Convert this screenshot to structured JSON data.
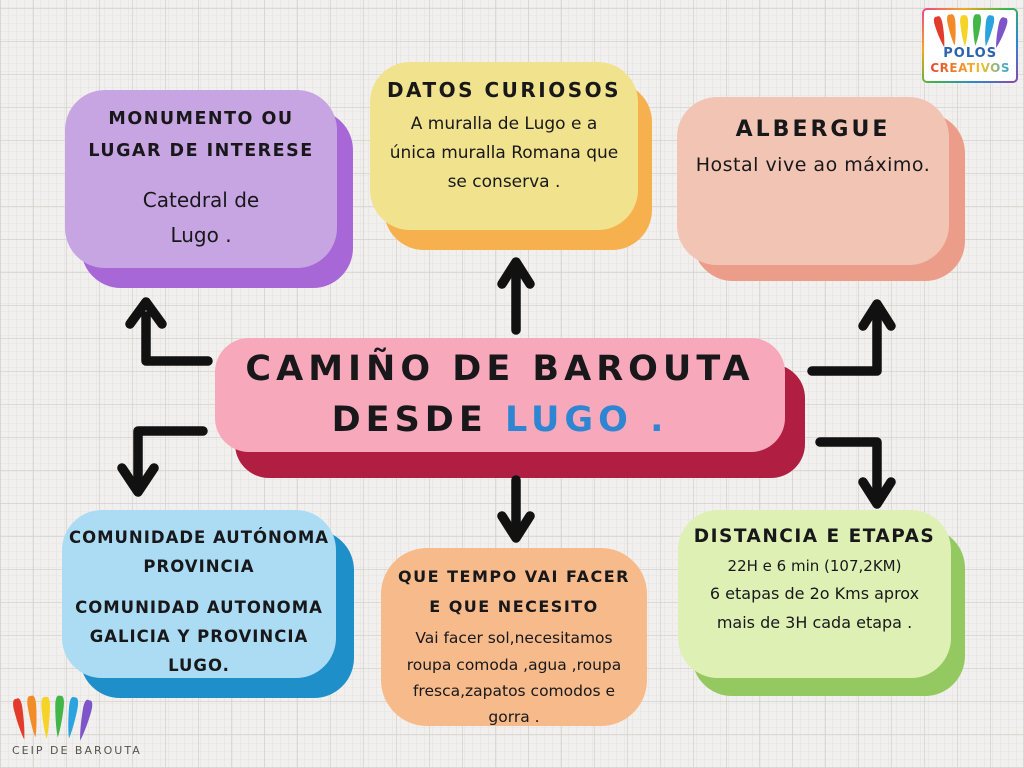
{
  "center": {
    "line1": "CAMIÑO DE BAROUTA",
    "line2_prefix": "DESDE",
    "line2_highlight": "LUGO ."
  },
  "nodes": {
    "monument": {
      "title_line1": "MONUMENTO OU",
      "title_line2": "LUGAR DE INTERESE",
      "body_line1": "Catedral de",
      "body_line2": "Lugo ."
    },
    "datos": {
      "title": "DATOS CURIOSOS",
      "body_line1": "A muralla de Lugo e a",
      "body_line2": "única muralla Romana que",
      "body_line3": "se conserva ."
    },
    "albergue": {
      "title": "ALBERGUE",
      "body": "Hostal vive ao máximo."
    },
    "comunidade": {
      "title_line1": "COMUNIDADE AUTÓNOMA",
      "title_line2": "PROVINCIA",
      "body_line1": "COMUNIDAD AUTONOMA",
      "body_line2": "GALICIA Y PROVINCIA",
      "body_line3": "LUGO."
    },
    "tempo": {
      "title_line1": "QUE TEMPO VAI FACER",
      "title_line2": "E QUE NECESITO",
      "body_line1": "Vai facer sol,necesitamos",
      "body_line2": "roupa comoda ,agua ,roupa",
      "body_line3": "fresca,zapatos comodos e",
      "body_line4": "gorra ."
    },
    "distancia": {
      "title": "DISTANCIA E ETAPAS",
      "body_line1": "22H e 6 min (107,2KM)",
      "body_line2": "6 etapas de 2o Kms aprox",
      "body_line3": "mais de 3H cada etapa ."
    }
  },
  "logos": {
    "polos": {
      "line1": "POLOS",
      "line2": "CREATIVOS"
    },
    "ceip": {
      "label": "CEIP DE BAROUTA"
    },
    "stroke_colors": [
      "#e23b2e",
      "#f28c28",
      "#f5d327",
      "#43b649",
      "#2ba3df",
      "#7d55c8"
    ]
  },
  "colors": {
    "background": "#f2f0ee",
    "grid_line": "#d2ceca",
    "arrow": "#111111",
    "center_fill": "#f8a8bb",
    "center_shadow": "#b01f42",
    "highlight_blue": "#2e86d3",
    "purple_fill": "#c7a4e2",
    "purple_shadow": "#a767d7",
    "yellow_fill": "#f1e28e",
    "yellow_shadow": "#f6b14e",
    "salmon_fill": "#f2c4b4",
    "salmon_shadow": "#eb9d89",
    "blue_fill": "#abdcf3",
    "blue_shadow": "#1f8fca",
    "orange_fill": "#f6ba8b",
    "green_fill": "#def0b4",
    "green_shadow": "#94c861"
  }
}
